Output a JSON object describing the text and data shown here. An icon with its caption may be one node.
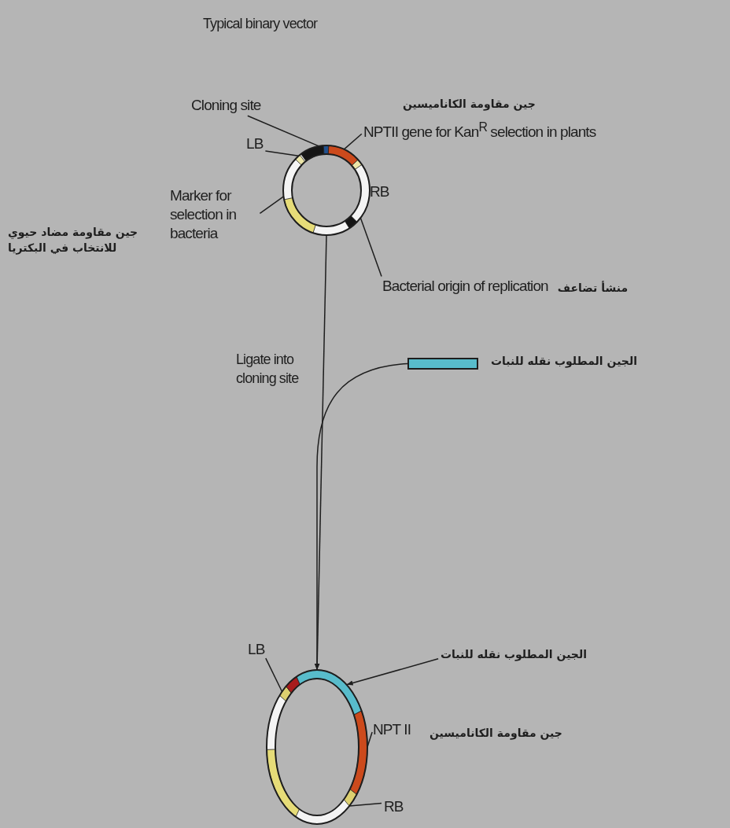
{
  "diagram": {
    "title": "Typical binary vector",
    "nodes": [
      {
        "text": [],
        "shape": "circle"
      },
      {
        "text": [
          "LB"
        ]
      },
      {
        "text": [
          "Cloning site"
        ]
      },
      {
        "text": [
          "NPTII gene for Kan$^{R}$ selection in plants"
        ],
        "beside": [
          "جين مقاومة الكاناميسين"
        ]
      },
      {
        "text": [
          "RB"
        ]
      },
      {
        "text": [
          "Marker for selection in bacteria"
        ],
        "beside": [
          "جين مقاومة مضاد حيوي للانتخاب في البكتريا"
        ]
      },
      {
        "text": [
          "Bacterial origin of replication"
        ],
        "beside": [
          "منشأ تضاعف"
        ]
      },
      {
        "text": [],
        "shape": "bar",
        "beside": [
          "الجين المطلوب نقله للنبات"
        ]
      },
      {
        "text": [],
        "shape": "circle"
      },
      {
        "text": [
          "LB"
        ]
      },
      {
        "text": [
          "الجين المطلوب نقله للنبات"
        ]
      },
      {
        "text": [
          "NPT II"
        ],
        "beside": [
          "جين مقاومة الكاناميسين"
        ]
      },
      {
        "text": [
          "RB"
        ]
      }
    ],
    "edges": [
      {
        "from": 1,
        "to": 0,
        "arrow": "none"
      },
      {
        "from": 2,
        "to": 0,
        "arrow": "none"
      },
      {
        "from": 3,
        "to": 0,
        "arrow": "none"
      },
      {
        "from": 4,
        "to": 0,
        "arrow": "none"
      },
      {
        "from": 5,
        "to": 0,
        "arrow": "none"
      },
      {
        "from": 6,
        "to": 0,
        "arrow": "none"
      },
      {
        "from": 0,
        "to": 8,
        "arrow": "to",
        "label": "Ligate into cloning site"
      },
      {
        "from": 7,
        "to": 8,
        "arrow": "to"
      },
      {
        "from": 9,
        "to": 8,
        "arrow": "none"
      },
      {
        "from": 10,
        "to": 8,
        "arrow": "to"
      },
      {
        "from": 11,
        "to": 8,
        "arrow": "none"
      },
      {
        "from": 12,
        "to": 8,
        "arrow": "none"
      }
    ]
  }
}
